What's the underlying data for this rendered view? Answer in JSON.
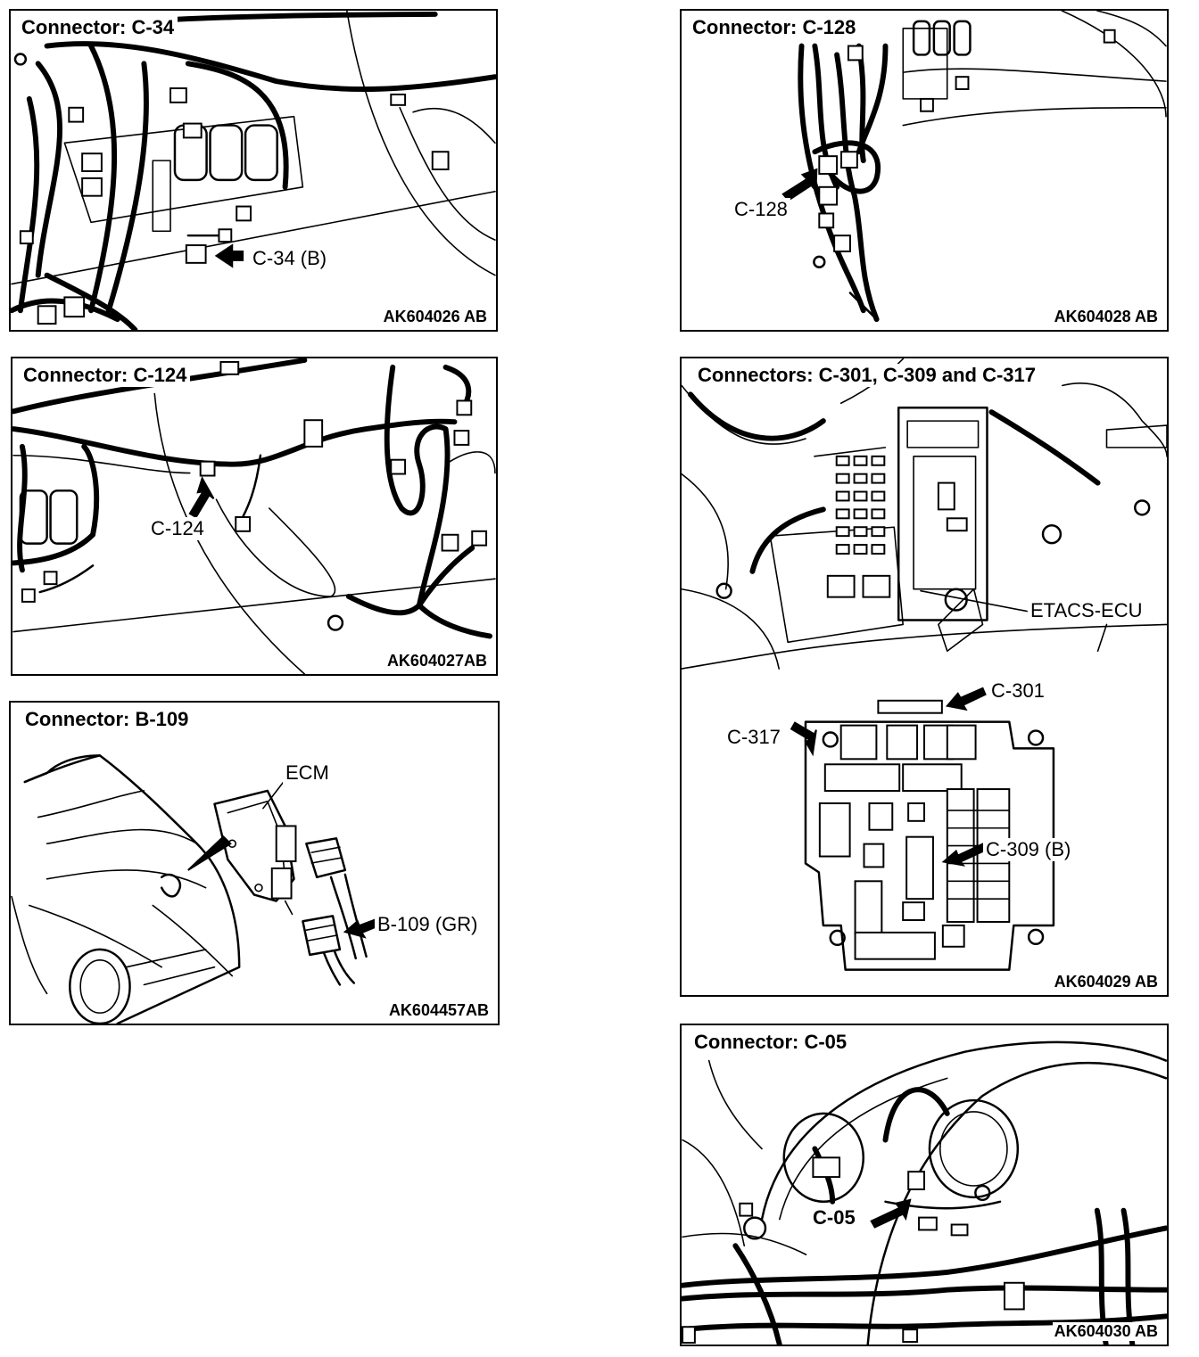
{
  "panels": {
    "c34": {
      "title": "Connector: C-34",
      "code": "AK604026 AB",
      "callouts": [
        "C-34 (B)"
      ]
    },
    "c128": {
      "title": "Connector: C-128",
      "code": "AK604028 AB",
      "callouts": [
        "C-128"
      ]
    },
    "c124": {
      "title": "Connector: C-124",
      "code": "AK604027AB",
      "callouts": [
        "C-124"
      ]
    },
    "c301": {
      "title": "Connectors: C-301, C-309 and C-317",
      "code": "AK604029 AB",
      "callouts": [
        "ETACS-ECU",
        "C-301",
        "C-317",
        "C-309 (B)"
      ]
    },
    "b109": {
      "title": "Connector: B-109",
      "code": "AK604457AB",
      "callouts": [
        "ECM",
        "B-109 (GR)"
      ]
    },
    "c05": {
      "title": "Connector: C-05",
      "code": "AK604030 AB",
      "callouts": [
        "C-05"
      ]
    }
  }
}
